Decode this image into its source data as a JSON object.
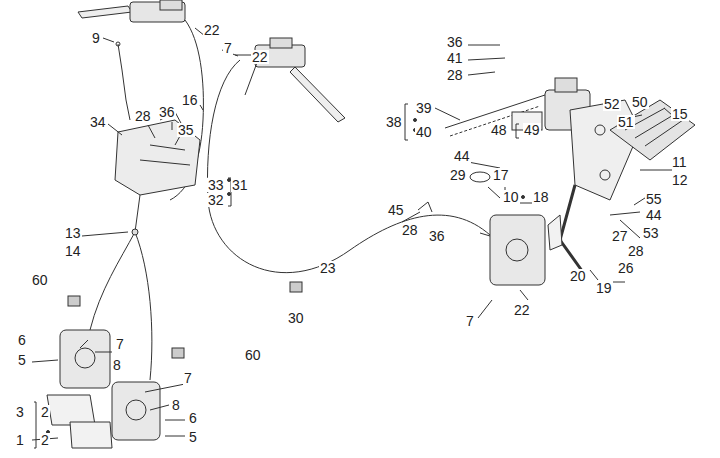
{
  "diagram": {
    "labels": [
      "9",
      "22",
      "7",
      "22",
      "16",
      "34",
      "28",
      "36",
      "35",
      "33",
      "31",
      "32",
      "13",
      "14",
      "60",
      "23",
      "30",
      "6",
      "5",
      "7",
      "8",
      "3",
      "2",
      "60",
      "7",
      "8",
      "6",
      "5",
      "1",
      "2",
      "36",
      "41",
      "28",
      "39",
      "38",
      "40",
      "48",
      "49",
      "52",
      "50",
      "51",
      "15",
      "44",
      "29",
      "17",
      "10",
      "18",
      "11",
      "12",
      "45",
      "28",
      "36",
      "55",
      "44",
      "27",
      "53",
      "28",
      "26",
      "20",
      "19",
      "7",
      "22"
    ]
  }
}
